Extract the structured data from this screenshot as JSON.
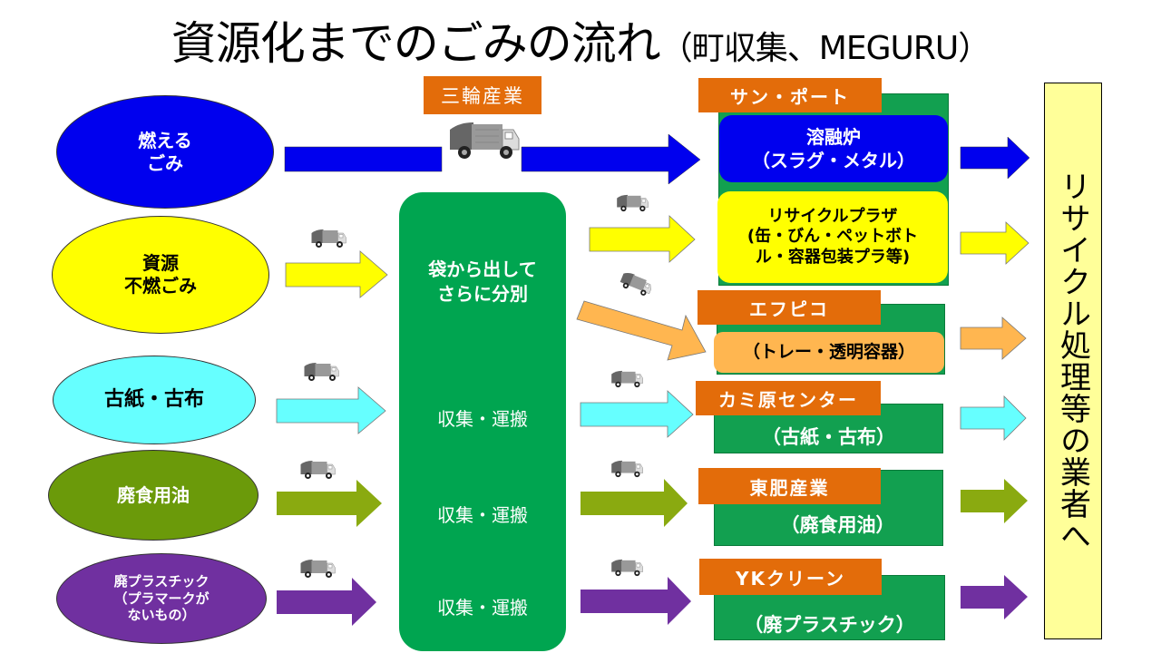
{
  "title": {
    "main": "資源化までのごみの流れ",
    "sub": "（町収集、MEGURU）"
  },
  "colors": {
    "blue": "#0000ee",
    "yellow": "#ffff00",
    "cyan": "#66ffff",
    "olive": "#6b9a0a",
    "olive_arrow": "#8aaa10",
    "purple": "#7030a0",
    "orange_arrow": "#ffb650",
    "label_orange": "#e36c0a",
    "green": "#00a550",
    "recycle_yellow": "#ffff99"
  },
  "sources": [
    {
      "label": "燃える\nごみ",
      "color": "#0000ee",
      "text_color": "#ffffff"
    },
    {
      "label": "資源\n不燃ごみ",
      "color": "#ffff00",
      "text_color": "#000000"
    },
    {
      "label": "古紙・古布",
      "color": "#66ffff",
      "text_color": "#000000"
    },
    {
      "label": "廃食用油",
      "color": "#6b9a0a",
      "text_color": "#ffffff"
    },
    {
      "label": "廃プラスチック\n（プラマークが\nないもの）",
      "color": "#7030a0",
      "text_color": "#ffffff"
    }
  ],
  "collector": {
    "label": "三輪産業"
  },
  "center": {
    "sort_text": "袋から出して\nさらに分別",
    "transport_labels": [
      "収集・運搬",
      "収集・運搬",
      "収集・運搬"
    ]
  },
  "destinations": {
    "sanport": {
      "label": "サン・ポート",
      "melting": "溶融炉\n（スラグ・メタル）",
      "plaza": "リサイクルプラザ\n(缶・びん・ペットボト\nル・容器包装プラ等)"
    },
    "fpco": {
      "label": "エフピコ",
      "content": "（トレー・透明容器）"
    },
    "kamihara": {
      "label": "カミ原センター",
      "content": "（古紙・古布）"
    },
    "tohi": {
      "label": "東肥産業",
      "content": "（廃食用油）"
    },
    "yk": {
      "label": "YKクリーン",
      "content": "（廃プラスチック）"
    }
  },
  "final": {
    "label": "リサイクル処理等の業者へ"
  },
  "icons": {
    "truck": "garbage-truck-icon"
  }
}
